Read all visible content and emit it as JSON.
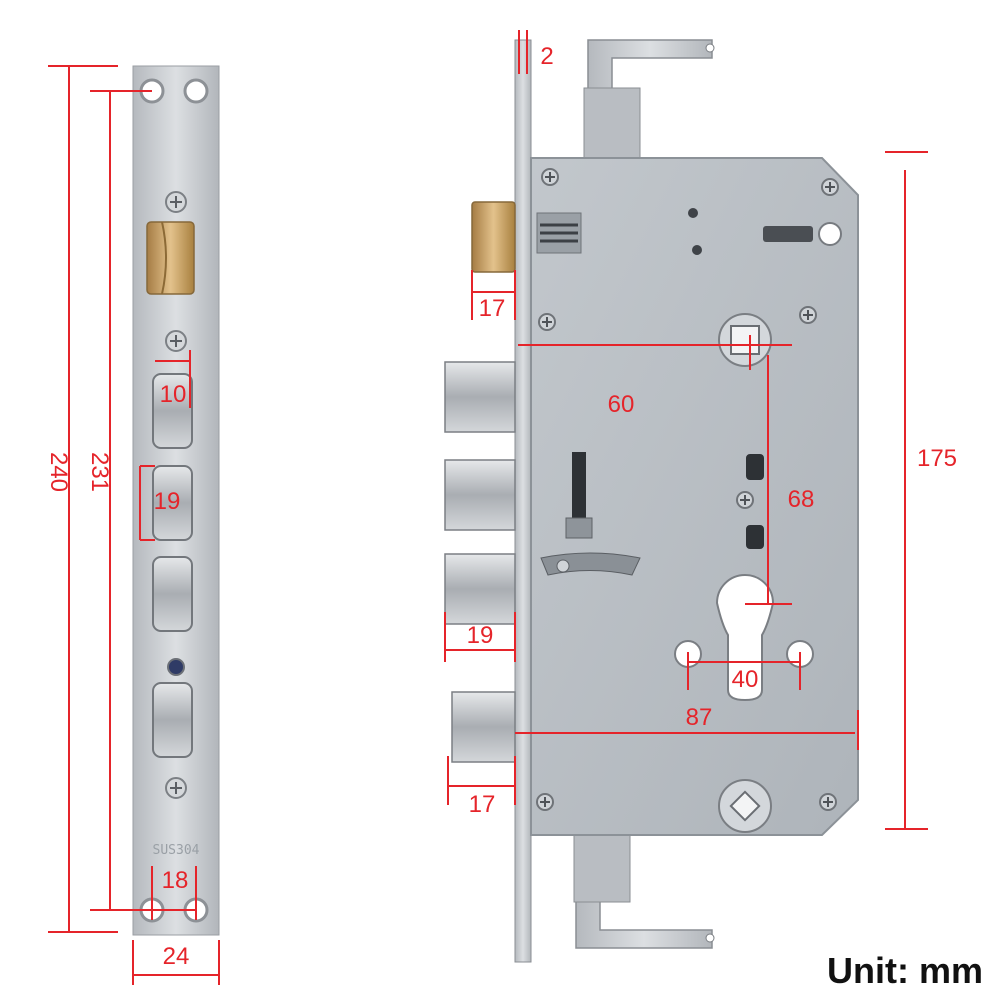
{
  "faceplate": {
    "stamp_text": "SUS304"
  },
  "dimensions": {
    "faceplate_height": "240",
    "hole_span": "231",
    "deadbolt_height": "10",
    "bolt_width": "19",
    "hole_spacing": "18",
    "faceplate_width": "24",
    "front_thickness": "2",
    "latch_projection": "17",
    "backset": "60",
    "cylinder_offset": "68",
    "body_height": "175",
    "bolt_projection": "19",
    "cam_hole_spacing": "40",
    "body_depth": "87",
    "bottom_bolt_projection": "17"
  },
  "unit_label": "Unit: mm",
  "colors": {
    "dimension": "#e5242a",
    "steel": "#c9ccd0",
    "body": "#b8bec4",
    "brass": "#c9a064"
  }
}
